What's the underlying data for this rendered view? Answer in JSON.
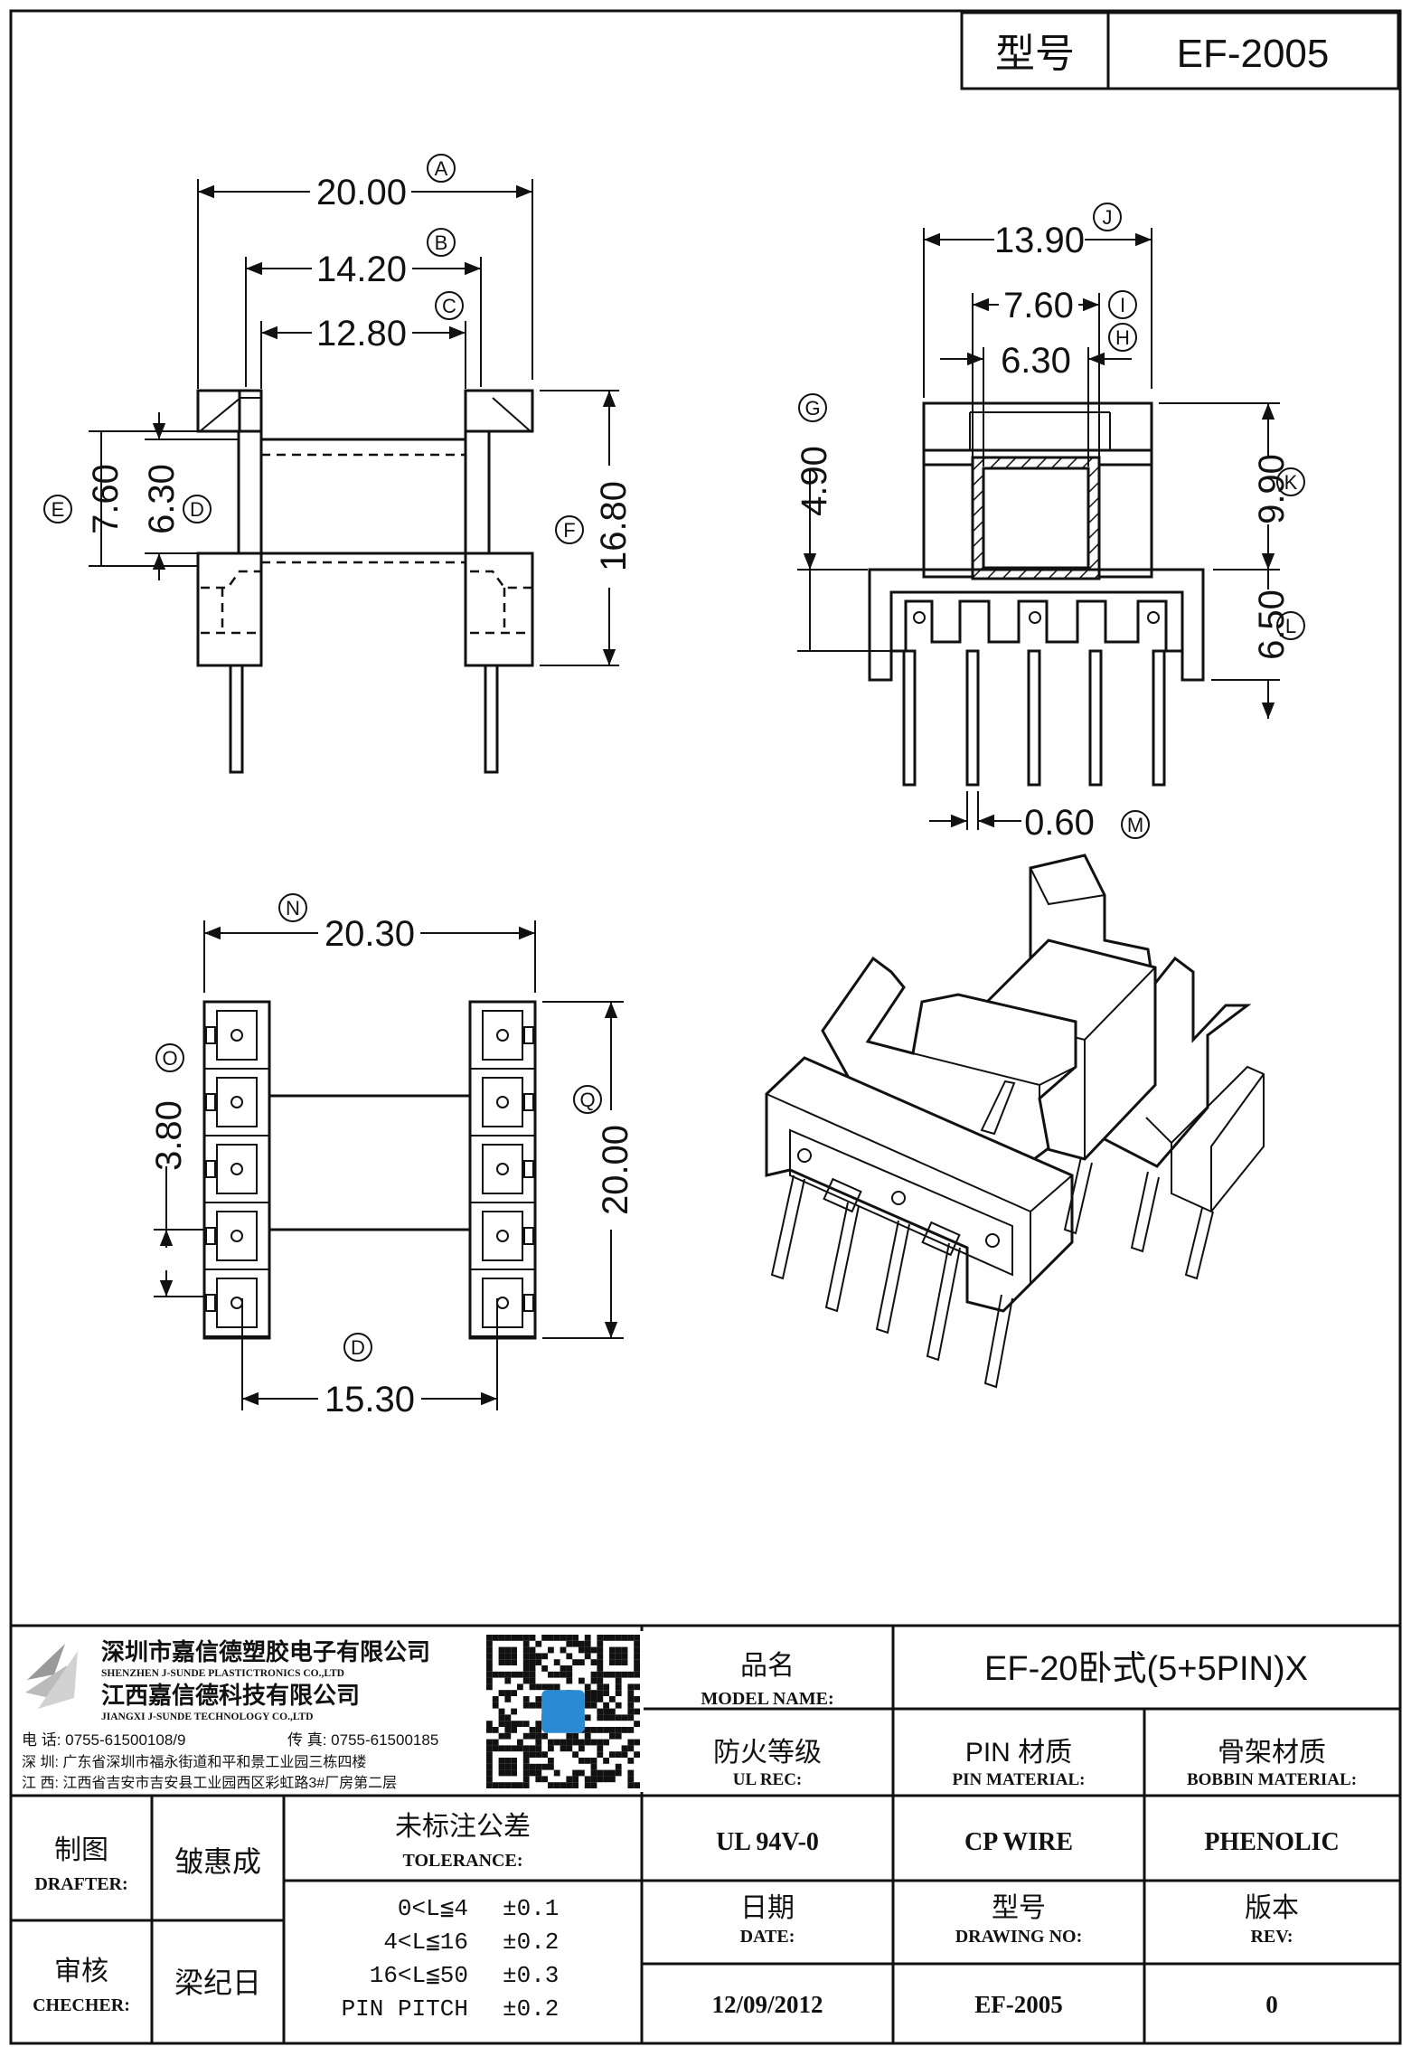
{
  "header": {
    "model_label": "型号",
    "model_value": "EF-2005"
  },
  "dimensions": {
    "A": {
      "value": "20.00",
      "tag": "A"
    },
    "B": {
      "value": "14.20",
      "tag": "B"
    },
    "C": {
      "value": "12.80",
      "tag": "C"
    },
    "D_side": {
      "value": "6.30",
      "tag": "D"
    },
    "E": {
      "value": "7.60",
      "tag": "E"
    },
    "F": {
      "value": "16.80",
      "tag": "F"
    },
    "G": {
      "value": "4.90",
      "tag": "G"
    },
    "H": {
      "value": "6.30",
      "tag": "H"
    },
    "I": {
      "value": "7.60",
      "tag": "I"
    },
    "J": {
      "value": "13.90",
      "tag": "J"
    },
    "K": {
      "value": "9.90",
      "tag": "K"
    },
    "L": {
      "value": "6.50",
      "tag": "L"
    },
    "M": {
      "value": "0.60",
      "tag": "M"
    },
    "N": {
      "value": "20.30",
      "tag": "N"
    },
    "O": {
      "value": "3.80",
      "tag": "O"
    },
    "Q": {
      "value": "20.00",
      "tag": "Q"
    },
    "D_bottom": {
      "value": "15.30",
      "tag": "D"
    }
  },
  "company": {
    "name_cn_1": "深圳市嘉信德塑胶电子有限公司",
    "name_en_1": "SHENZHEN J-SUNDE PLASTICTRONICS CO.,LTD",
    "name_cn_2": "江西嘉信德科技有限公司",
    "name_en_2": "JIANGXI J-SUNDE TECHNOLOGY CO.,LTD",
    "phone": "电 话: 0755-61500108/9",
    "fax": "传 真: 0755-61500185",
    "addr_sz": "深 圳: 广东省深圳市福永街道和平和景工业园三栋四楼",
    "addr_jx": "江 西: 江西省吉安市吉安县工业园西区彩虹路3#厂房第二层"
  },
  "titleblock": {
    "model_name_cn": "品名",
    "model_name_en": "MODEL NAME:",
    "model_name_value": "EF-20卧式(5+5PIN)X",
    "ul_cn": "防火等级",
    "ul_en": "UL REC:",
    "ul_value": "UL 94V-0",
    "pin_cn": "PIN 材质",
    "pin_en": "PIN MATERIAL:",
    "pin_value": "CP WIRE",
    "bobbin_cn": "骨架材质",
    "bobbin_en": "BOBBIN MATERIAL:",
    "bobbin_value": "PHENOLIC",
    "drafter_cn": "制图",
    "drafter_en": "DRAFTER:",
    "drafter_value": "皱惠成",
    "checker_cn": "审核",
    "checker_en": "CHECHER:",
    "checker_value": "梁纪日",
    "tolerance_cn": "未标注公差",
    "tolerance_en": "TOLERANCE:",
    "tolerances": [
      {
        "range": "0<L≦4",
        "tol": "±0.1"
      },
      {
        "range": "4<L≦16",
        "tol": "±0.2"
      },
      {
        "range": "16<L≦50",
        "tol": "±0.3"
      },
      {
        "range": "PIN PITCH",
        "tol": "±0.2"
      }
    ],
    "date_cn": "日期",
    "date_en": "DATE:",
    "date_value": "12/09/2012",
    "drawing_cn": "型号",
    "drawing_en": "DRAWING NO:",
    "drawing_value": "EF-2005",
    "rev_cn": "版本",
    "rev_en": "REV:",
    "rev_value": "0"
  }
}
